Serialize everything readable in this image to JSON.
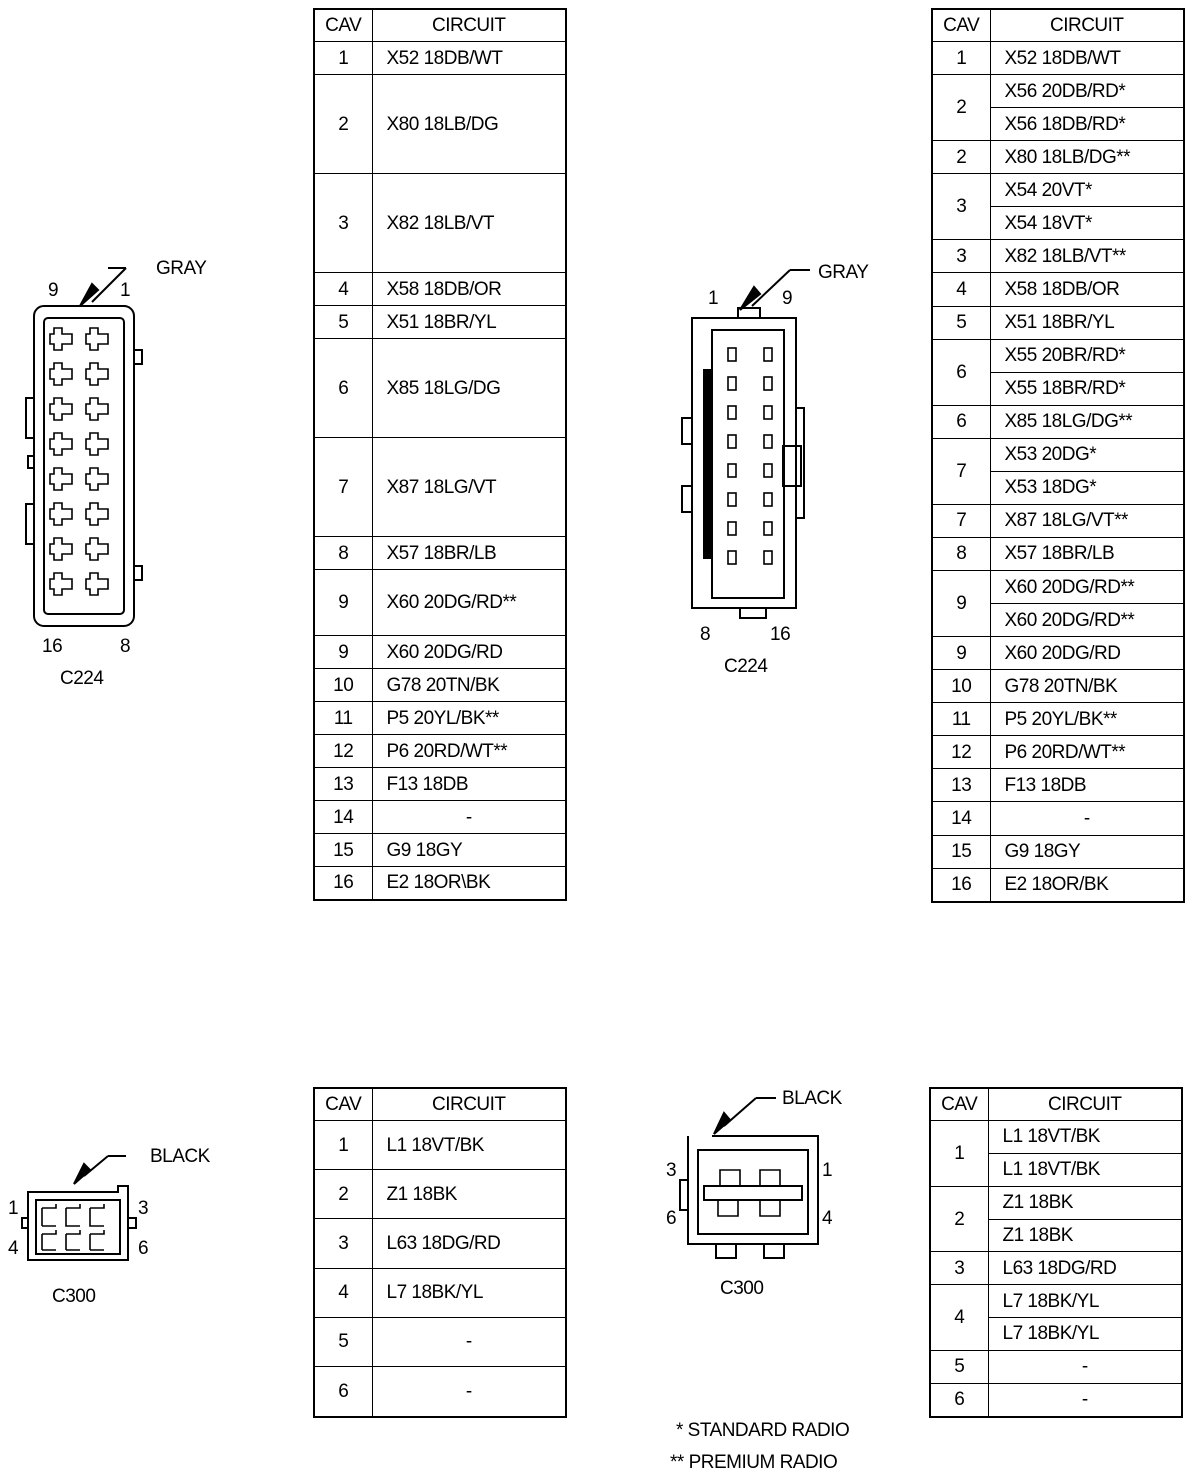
{
  "col_headers": {
    "cav": "CAV",
    "circuit": "CIRCUIT"
  },
  "connectors": {
    "c224_left": {
      "name": "C224",
      "color": "GRAY",
      "pin_tl": "9",
      "pin_tr": "1",
      "pin_bl": "16",
      "pin_br": "8"
    },
    "c224_right": {
      "name": "C224",
      "color": "GRAY",
      "pin_tl": "1",
      "pin_tr": "9",
      "pin_bl": "8",
      "pin_br": "16"
    },
    "c300_left": {
      "name": "C300",
      "color": "BLACK",
      "pin_tl": "1",
      "pin_tr": "3",
      "pin_bl": "4",
      "pin_br": "6"
    },
    "c300_right": {
      "name": "C300",
      "color": "BLACK",
      "pin_tl": "3",
      "pin_tr": "1",
      "pin_bl": "6",
      "pin_br": "4"
    }
  },
  "tables": {
    "c224_left": [
      {
        "cav": "1",
        "circuits": [
          "X52 18DB/WT"
        ]
      },
      {
        "cav": "2",
        "circuits": [
          "X80 18LB/DG"
        ]
      },
      {
        "cav": "3",
        "circuits": [
          "X82 18LB/VT"
        ]
      },
      {
        "cav": "4",
        "circuits": [
          "X58 18DB/OR"
        ]
      },
      {
        "cav": "5",
        "circuits": [
          "X51 18BR/YL"
        ]
      },
      {
        "cav": "6",
        "circuits": [
          "X85 18LG/DG"
        ]
      },
      {
        "cav": "7",
        "circuits": [
          "X87 18LG/VT"
        ]
      },
      {
        "cav": "8",
        "circuits": [
          "X57 18BR/LB"
        ]
      },
      {
        "cav": "9",
        "circuits": [
          "X60 20DG/RD**"
        ]
      },
      {
        "cav": "9",
        "circuits": [
          "X60 20DG/RD"
        ]
      },
      {
        "cav": "10",
        "circuits": [
          "G78 20TN/BK"
        ]
      },
      {
        "cav": "11",
        "circuits": [
          "P5 20YL/BK**"
        ]
      },
      {
        "cav": "12",
        "circuits": [
          "P6 20RD/WT**"
        ]
      },
      {
        "cav": "13",
        "circuits": [
          "F13 18DB"
        ]
      },
      {
        "cav": "14",
        "circuits": [
          "-"
        ]
      },
      {
        "cav": "15",
        "circuits": [
          "G9 18GY"
        ]
      },
      {
        "cav": "16",
        "circuits": [
          "E2 18OR\\BK"
        ]
      }
    ],
    "c224_right": [
      {
        "cav": "1",
        "circuits": [
          "X52 18DB/WT"
        ]
      },
      {
        "cav": "2",
        "circuits": [
          "X56 20DB/RD*",
          "X56 18DB/RD*"
        ]
      },
      {
        "cav": "2",
        "circuits": [
          "X80 18LB/DG**"
        ]
      },
      {
        "cav": "3",
        "circuits": [
          "X54 20VT*",
          "X54 18VT*"
        ]
      },
      {
        "cav": "3",
        "circuits": [
          "X82 18LB/VT**"
        ]
      },
      {
        "cav": "4",
        "circuits": [
          "X58 18DB/OR"
        ]
      },
      {
        "cav": "5",
        "circuits": [
          "X51  18BR/YL"
        ]
      },
      {
        "cav": "6",
        "circuits": [
          "X55 20BR/RD*",
          "X55 18BR/RD*"
        ]
      },
      {
        "cav": "6",
        "circuits": [
          "X85 18LG/DG**"
        ]
      },
      {
        "cav": "7",
        "circuits": [
          "X53 20DG*",
          "X53 18DG*"
        ]
      },
      {
        "cav": "7",
        "circuits": [
          "X87 18LG/VT**"
        ]
      },
      {
        "cav": "8",
        "circuits": [
          "X57 18BR/LB"
        ]
      },
      {
        "cav": "9",
        "circuits": [
          "X60 20DG/RD**",
          "X60 20DG/RD**"
        ]
      },
      {
        "cav": "9",
        "circuits": [
          "X60 20DG/RD"
        ]
      },
      {
        "cav": "10",
        "circuits": [
          "G78 20TN/BK"
        ]
      },
      {
        "cav": "11",
        "circuits": [
          "P5 20YL/BK**"
        ]
      },
      {
        "cav": "12",
        "circuits": [
          "P6 20RD/WT**"
        ]
      },
      {
        "cav": "13",
        "circuits": [
          "F13 18DB"
        ]
      },
      {
        "cav": "14",
        "circuits": [
          "-"
        ]
      },
      {
        "cav": "15",
        "circuits": [
          "G9 18GY"
        ]
      },
      {
        "cav": "16",
        "circuits": [
          "E2 18OR/BK"
        ]
      }
    ],
    "c300_left": [
      {
        "cav": "1",
        "circuits": [
          "L1 18VT/BK"
        ]
      },
      {
        "cav": "2",
        "circuits": [
          "Z1 18BK"
        ]
      },
      {
        "cav": "3",
        "circuits": [
          "L63 18DG/RD"
        ]
      },
      {
        "cav": "4",
        "circuits": [
          "L7 18BK/YL"
        ]
      },
      {
        "cav": "5",
        "circuits": [
          "-"
        ]
      },
      {
        "cav": "6",
        "circuits": [
          "-"
        ]
      }
    ],
    "c300_right": [
      {
        "cav": "1",
        "circuits": [
          "L1 18VT/BK",
          "L1 18VT/BK"
        ]
      },
      {
        "cav": "2",
        "circuits": [
          "Z1 18BK",
          "Z1 18BK"
        ]
      },
      {
        "cav": "3",
        "circuits": [
          "L63 18DG/RD"
        ]
      },
      {
        "cav": "4",
        "circuits": [
          "L7 18BK/YL",
          "L7 18BK/YL"
        ]
      },
      {
        "cav": "5",
        "circuits": [
          "-"
        ]
      },
      {
        "cav": "6",
        "circuits": [
          "-"
        ]
      }
    ]
  },
  "footnotes": {
    "standard": "* STANDARD RADIO",
    "premium": "** PREMIUM RADIO"
  }
}
